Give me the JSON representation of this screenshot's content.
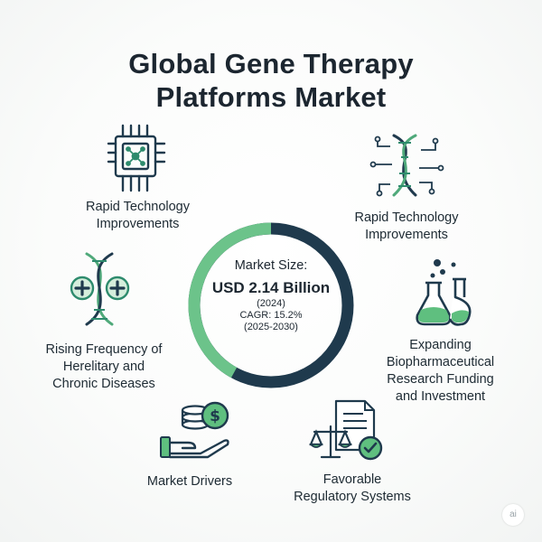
{
  "title": {
    "line1": "Global Gene Therapy",
    "line2": "Platforms Market"
  },
  "center": {
    "label": "Market Size:",
    "value": "USD 2.14 Billion",
    "year": "(2024)",
    "cagr": "CAGR: 15.2%",
    "period": "(2025-2030)",
    "ring_share_green": 0.42
  },
  "items": [
    {
      "lines": [
        "Rapid Technology",
        "Improvements"
      ],
      "icon": "chip-icon"
    },
    {
      "lines": [
        "Rapid Technology",
        "Improvements"
      ],
      "icon": "dna-circuit-icon"
    },
    {
      "lines": [
        "Rising Frequency of",
        "Herelitary and",
        "Chronic Diseases"
      ],
      "icon": "dna-medical-icon"
    },
    {
      "lines": [
        "Expanding",
        "Biopharmaceutical",
        "Research Funding",
        "and Investment"
      ],
      "icon": "flask-icon"
    },
    {
      "lines": [
        "Market Drivers"
      ],
      "icon": "hand-coins-icon"
    },
    {
      "lines": [
        "Favorable",
        "Regulatory Systems"
      ],
      "icon": "scales-document-icon"
    }
  ],
  "colors": {
    "navy": "#1f3a4d",
    "green": "#6cc38a",
    "teal": "#2e8b6d",
    "text": "#1d2a33"
  },
  "watermark": "ai"
}
